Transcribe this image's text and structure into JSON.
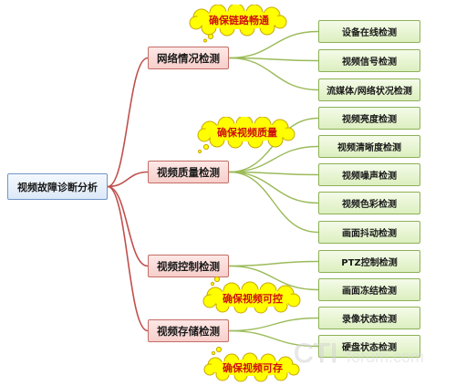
{
  "diagram": {
    "root": "视频故障诊断分析",
    "branches": [
      {
        "label": "网络情况检测",
        "children": [
          "设备在线检测",
          "视频信号检测",
          "流媒体/网络状况检测"
        ]
      },
      {
        "label": "视频质量检测",
        "children": [
          "视频亮度检测",
          "视频清晰度检测",
          "视频噪声检测",
          "视频色彩检测",
          "画面抖动检测"
        ]
      },
      {
        "label": "视频控制检测",
        "children": [
          "PTZ控制检测",
          "画面冻结检测"
        ]
      },
      {
        "label": "视频存储检测",
        "children": [
          "录像状态检测",
          "硬盘状态检测"
        ]
      }
    ],
    "callouts": [
      "确保链路畅通",
      "确保视频质量",
      "确保视频可控",
      "确保视频可存"
    ]
  },
  "watermark": {
    "text": "CTIforum.com"
  },
  "colors": {
    "root_border": "#6f95c6",
    "branch_line": "#c0504d",
    "leaf_line": "#9bbb59",
    "callout_fill": "#ffff00",
    "callout_text": "#d01010"
  }
}
